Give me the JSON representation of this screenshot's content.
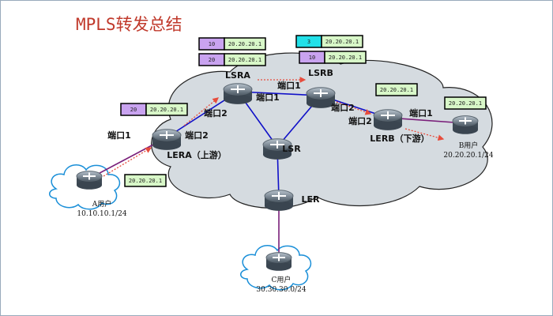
{
  "title": "MPLS转发总结",
  "colors": {
    "title": "#c0392b",
    "cloud": "#d5dbe0",
    "link": "#1010c8",
    "access_link": "#7a1f7a",
    "flow_arrow": "#e74c3c",
    "label_cell": "#c9a3f0",
    "label_cell_pop": "#22e0e8",
    "dest_cell": "#d8f7c8"
  },
  "devices": [
    {
      "id": "lsra",
      "label": "LSRA"
    },
    {
      "id": "lsrb",
      "label": "LSRB"
    },
    {
      "id": "lera",
      "label": "LERA（上游）"
    },
    {
      "id": "lsr",
      "label": "LSR"
    },
    {
      "id": "ler",
      "label": "LER"
    },
    {
      "id": "lerb",
      "label": "LERB（下游）"
    }
  ],
  "users": [
    {
      "id": "a",
      "name": "A用户",
      "subnet": "10.10.10.1/24"
    },
    {
      "id": "b",
      "name": "B用户",
      "subnet": "20.20.20.1/24"
    },
    {
      "id": "c",
      "name": "C用户",
      "subnet": "30.30.30.0/24"
    }
  ],
  "ports": [
    "端口1",
    "端口2",
    "端口2",
    "端口1",
    "端口1",
    "端口2",
    "端口2",
    "端口1"
  ],
  "packets": [
    {
      "at": "lsra-in",
      "label": "10",
      "dest": "20.20.20.1"
    },
    {
      "at": "lsra-out",
      "label": "20",
      "dest": "20.20.20.1"
    },
    {
      "at": "lsrb-in",
      "label": "3",
      "dest": "20.20.20.1"
    },
    {
      "at": "lsrb-out",
      "label": "10",
      "dest": "20.20.20.1"
    },
    {
      "at": "lera",
      "label": "20",
      "dest": "20.20.20.1"
    },
    {
      "at": "a",
      "label": "",
      "dest": "20.20.20.1"
    },
    {
      "at": "lerb",
      "label": "",
      "dest": "20.20.20.1"
    },
    {
      "at": "b",
      "label": "",
      "dest": "20.20.20.1"
    }
  ]
}
